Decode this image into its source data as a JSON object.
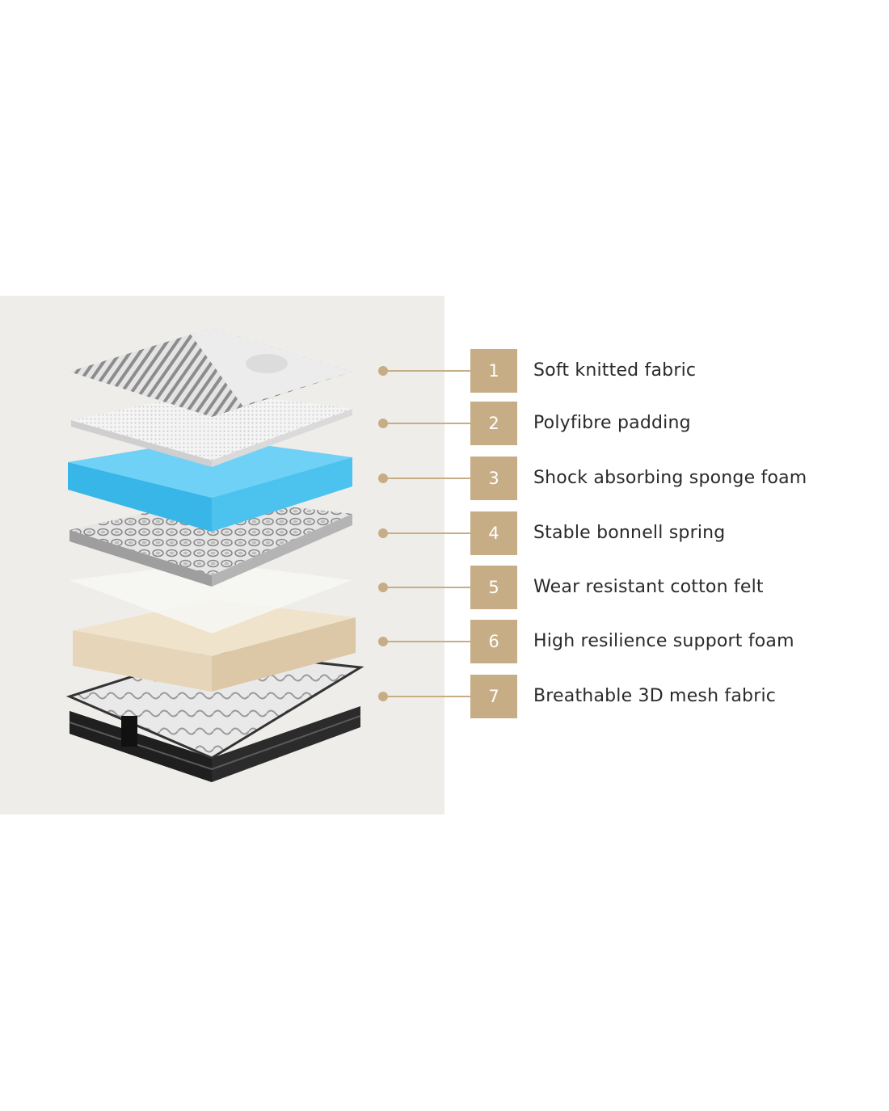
{
  "colors": {
    "panel_background": "#efede9",
    "accent_gold": "#c7ad85",
    "foam_blue": "#4fc3ee",
    "support_foam_beige": "#e8d8bf",
    "base_dark": "#2b2b2b"
  },
  "layers": [
    {
      "number": "1",
      "label": "Soft knitted fabric"
    },
    {
      "number": "2",
      "label": "Polyfibre padding"
    },
    {
      "number": "3",
      "label": "Shock absorbing sponge foam"
    },
    {
      "number": "4",
      "label": "Stable bonnell spring"
    },
    {
      "number": "5",
      "label": "Wear resistant cotton felt"
    },
    {
      "number": "6",
      "label": "High resilience support foam"
    },
    {
      "number": "7",
      "label": "Breathable 3D mesh fabric"
    }
  ]
}
